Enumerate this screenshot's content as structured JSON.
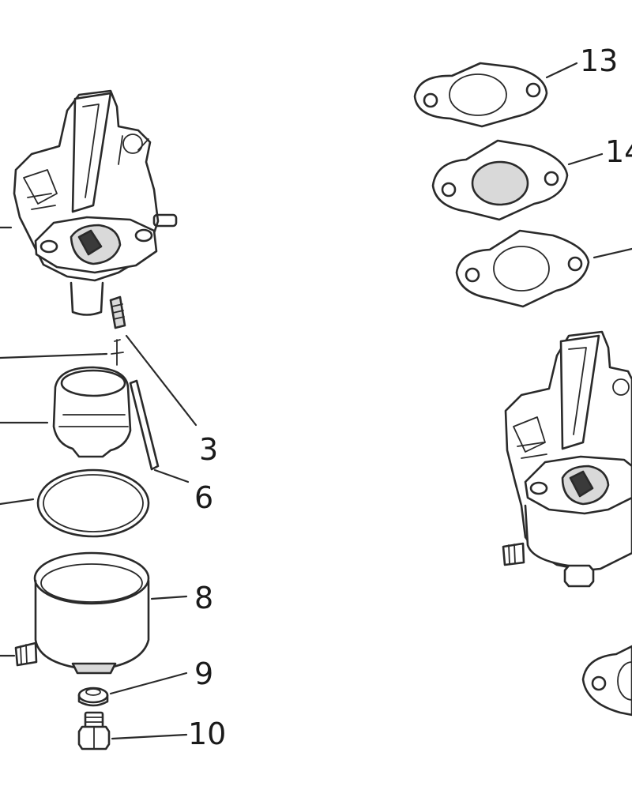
{
  "diagram": {
    "callouts": {
      "c3": "3",
      "c6": "6",
      "c8": "8",
      "c9": "9",
      "c10": "10",
      "c13": "13",
      "c14": "14"
    }
  }
}
